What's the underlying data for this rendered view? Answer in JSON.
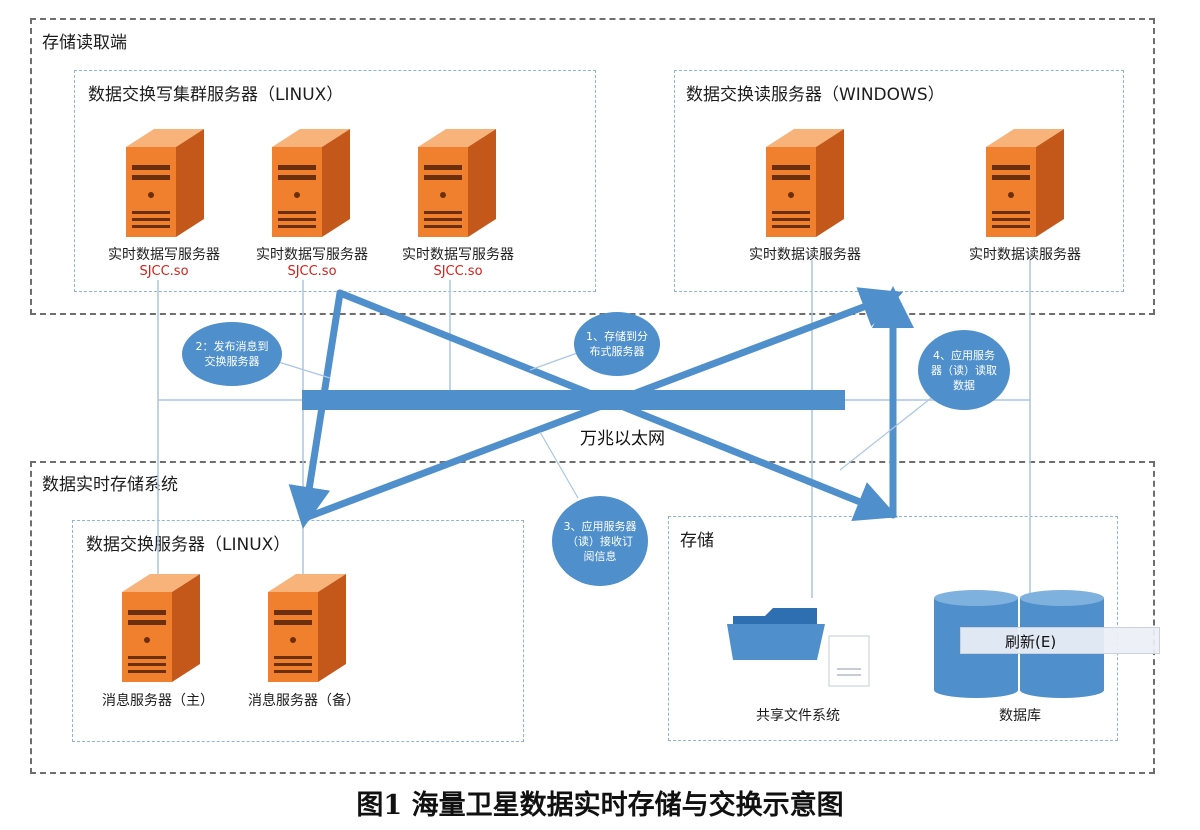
{
  "read_side": {
    "title": "存储读取端",
    "write_cluster": {
      "title": "数据交换写集群服务器（LINUX）",
      "servers": [
        {
          "label": "实时数据写服务器",
          "so": "SJCC.so"
        },
        {
          "label": "实时数据写服务器",
          "so": "SJCC.so"
        },
        {
          "label": "实时数据写服务器",
          "so": "SJCC.so"
        }
      ]
    },
    "read_server": {
      "title": "数据交换读服务器（WINDOWS）",
      "servers": [
        {
          "label": "实时数据读服务器"
        },
        {
          "label": "实时数据读服务器"
        }
      ]
    }
  },
  "storage_system": {
    "title": "数据实时存储系统",
    "exchange": {
      "title": "数据交换服务器（LINUX）",
      "servers": [
        {
          "label": "消息服务器（主）"
        },
        {
          "label": "消息服务器（备）"
        }
      ]
    },
    "storage": {
      "title": "存储",
      "file_system": "共享文件系统",
      "database": "数据库"
    }
  },
  "network": {
    "label": "万兆以太网"
  },
  "steps": [
    {
      "text": "1、存储到分布式服务器"
    },
    {
      "text": "2：发布消息到交换服务器"
    },
    {
      "text": "3、应用服务器（读）接收订阅信息"
    },
    {
      "text": "4、应用服务器（读）读取数据"
    }
  ],
  "context_menu": {
    "item": "刷新(E)"
  },
  "caption": "图1  海量卫星数据实时存储与交换示意图",
  "colors": {
    "server_orange": "#f0802e",
    "arrow_blue": "#4f8fcb",
    "so_red": "#d0221b"
  }
}
